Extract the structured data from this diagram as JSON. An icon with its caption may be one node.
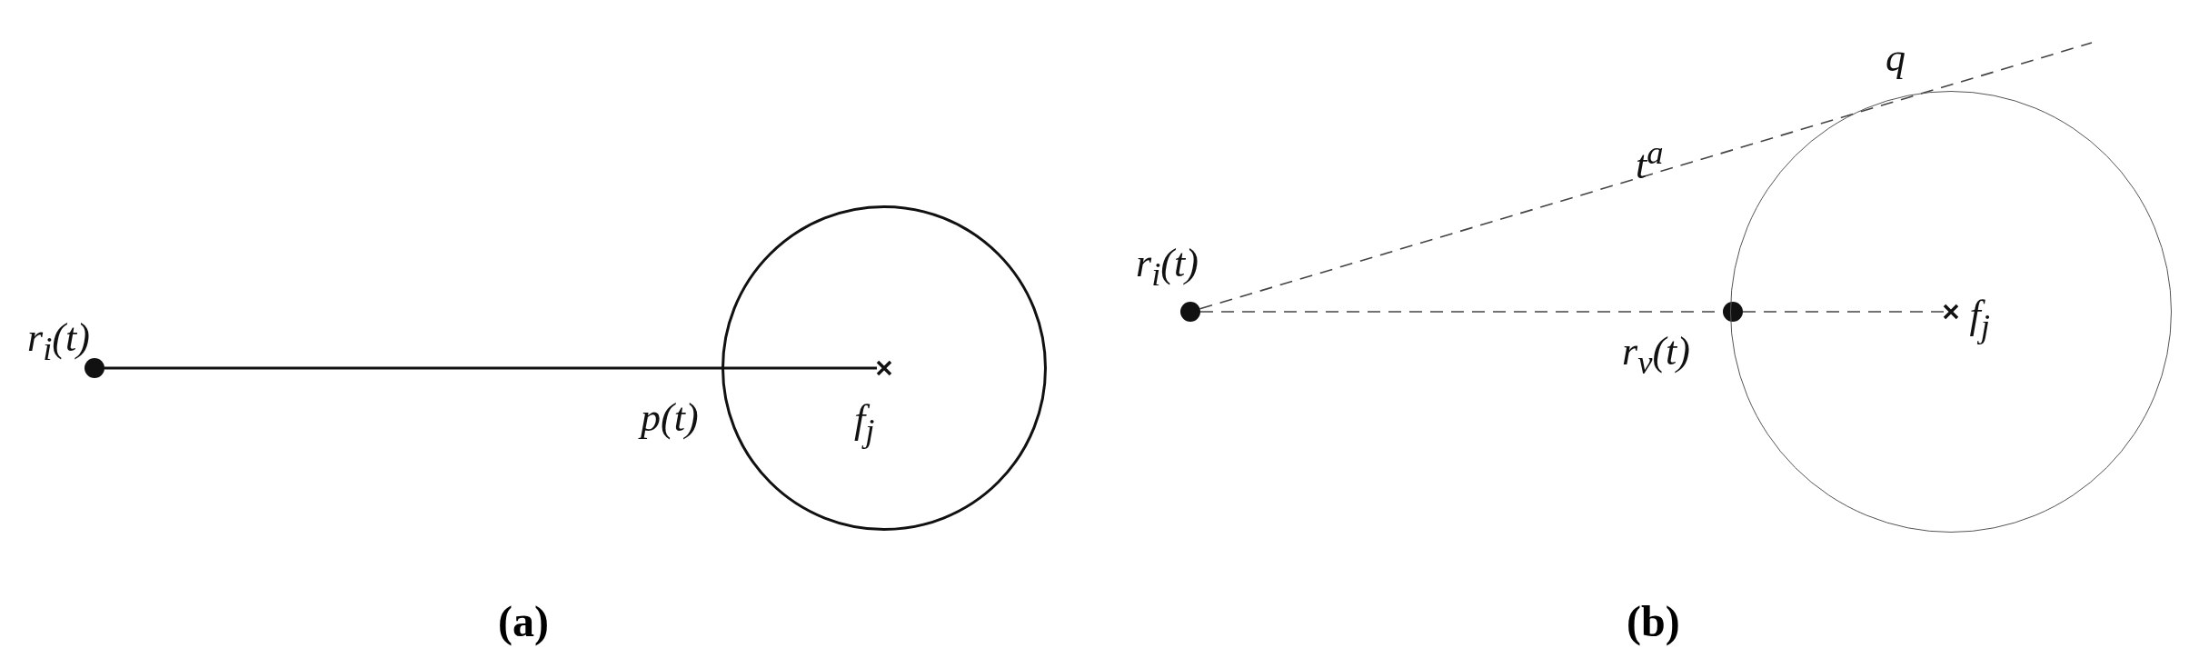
{
  "diagram": {
    "nodes": [
      {
        "text": [
          "r$_{i}$(t)"
        ]
      },
      {
        "text": [
          "f$_{j}$"
        ],
        "in": 2
      },
      {
        "text": [],
        "shape": "circle"
      },
      {
        "text": [
          "r$_{i}$(t)"
        ]
      },
      {
        "text": [
          "r$_{v}$(t)"
        ]
      },
      {
        "text": [
          "f$_{j}$"
        ],
        "in": 6
      },
      {
        "text": [],
        "shape": "circle"
      }
    ],
    "edges": [
      {
        "from": 0,
        "to": 1,
        "arrow": "none"
      },
      {
        "from": 3,
        "to": 4,
        "arrow": "none",
        "style": "dashed"
      },
      {
        "from": 4,
        "to": 5,
        "arrow": "none",
        "style": "dashed"
      },
      {
        "from": 3,
        "to": null,
        "arrow": "none",
        "style": "dashed",
        "label": "t$^{a}$"
      }
    ],
    "labels": [
      "p(t)",
      "q",
      "(a)",
      "(b)"
    ]
  }
}
